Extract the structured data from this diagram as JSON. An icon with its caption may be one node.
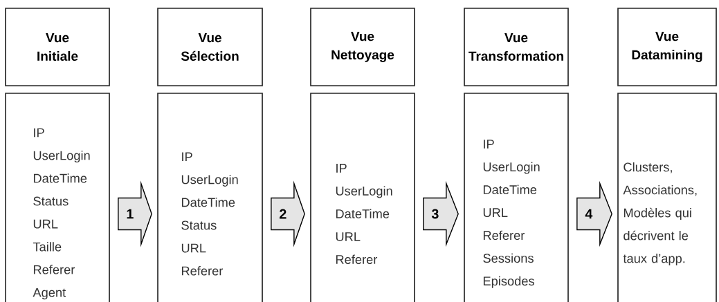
{
  "diagram": {
    "nodes": [
      {
        "text": [
          "Vue Initiale"
        ]
      },
      {
        "text": [
          "IP",
          "UserLogin",
          "DateTime",
          "Status",
          "URL",
          "Taille",
          "Referer",
          "Agent"
        ]
      },
      {
        "text": [
          "Vue Sélection"
        ]
      },
      {
        "text": [
          "IP",
          "UserLogin",
          "DateTime",
          "Status",
          "URL",
          "Referer"
        ]
      },
      {
        "text": [
          "Vue Nettoyage"
        ]
      },
      {
        "text": [
          "IP",
          "UserLogin",
          "DateTime",
          "URL",
          "Referer"
        ]
      },
      {
        "text": [
          "Vue Transformation"
        ]
      },
      {
        "text": [
          "IP",
          "UserLogin",
          "DateTime",
          "URL",
          "Referer",
          "Sessions",
          "Episodes"
        ]
      },
      {
        "text": [
          "Vue Datamining"
        ]
      },
      {
        "text": [
          "Clusters, Associations, Modèles qui décrivent le taux d’app."
        ]
      }
    ],
    "edges": [
      {
        "from": 1,
        "to": 3,
        "arrow": "to",
        "label": "1"
      },
      {
        "from": 3,
        "to": 5,
        "arrow": "to",
        "label": "2"
      },
      {
        "from": 5,
        "to": 7,
        "arrow": "to",
        "label": "3"
      },
      {
        "from": 7,
        "to": 9,
        "arrow": "to",
        "label": "4"
      }
    ]
  }
}
